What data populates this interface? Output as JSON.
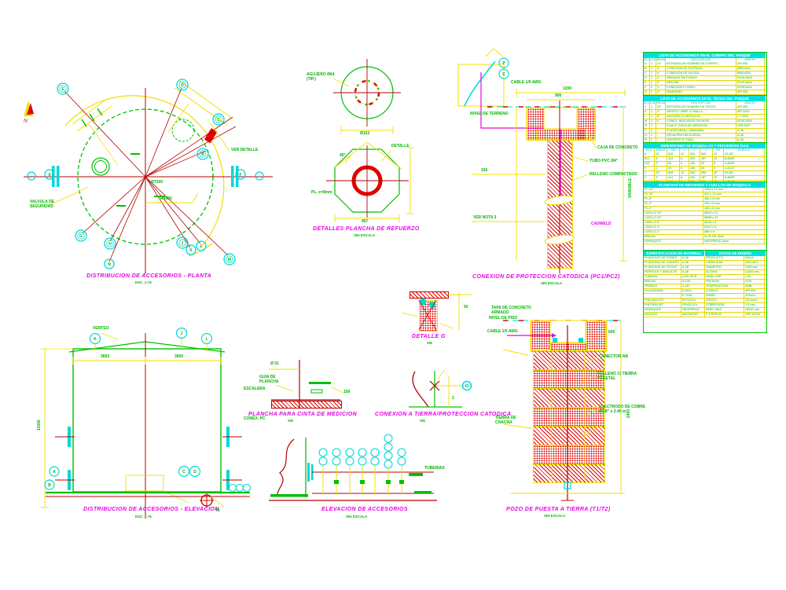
{
  "drawing": {
    "background": "#ffffff",
    "accent_colors": {
      "dims": "#f0e000",
      "annotations": "#00b400",
      "titles": "#e800e8",
      "centerlines": "#b40000",
      "hatch": "#e00000",
      "fittings": "#00d8d8"
    }
  },
  "north": {
    "label": "N"
  },
  "plan": {
    "title": "DISTRIBUCION DE ACCESORIOS  -  PLANTA",
    "scale": "ESC. 1:75",
    "ver_detalle": "VER DETALLE",
    "left_label": "VALVULA DE\nSEGURIDAD",
    "diameter": "Ø7300",
    "radius": "R3650",
    "callouts": [
      "E",
      "D",
      "C",
      "B",
      "A",
      "F",
      "G",
      "H",
      "J",
      "K",
      "L",
      "M",
      "N"
    ]
  },
  "refuerzo": {
    "title": "DETALLES PLANCHA DE REFUERZO",
    "scale": "SIN ESCALA",
    "hole_label": "AGUJERO Ø64\n(TIP.)",
    "dim_top": "Ø152",
    "det_label": "DETALLE",
    "plate_label": "PL. e=8mm",
    "dim_bottom": "457",
    "angle": "45°"
  },
  "conexion_pc": {
    "title": "CONEXION DE PROTECCION CATODICA (PC1/PC2)",
    "scale": "SIN ESCALA",
    "cable": "CABLE 1/0 AWG",
    "nivel": "NIVEL DE TERRENO",
    "caja": "CAJA DE CONCRETO",
    "tubo": "TUBO PVC Ø4\"",
    "relleno": "RELLENO COMPACTADO",
    "cadweld": "CADWELD",
    "dim1": "1200",
    "dim2": "900",
    "dim3": "150",
    "nota": "VER NOTA 3",
    "variable": "VARIABLE",
    "bubbles": [
      "P",
      "C"
    ]
  },
  "pozo": {
    "title": "POZO DE PUESTA A TIERRA (T1/T2)",
    "scale": "SIN ESCALA",
    "tapa": "TAPA DE CONCRETO\nARMADO",
    "nivel": "NIVEL DE PISO",
    "cable": "CABLE 1/0 AWG",
    "tierra": "TIERRA DE\nCHACRA",
    "conector": "CONECTOR AB",
    "relleno": "RELLENO C/ TIERRA\nVEGETAL",
    "electrodo": "ELECTRODO DE COBRE\nØ5/8\" x 2.40 m",
    "dim1": "600",
    "dim2": "2400"
  },
  "elevacion": {
    "title": "DISTRIBUCION DE ACCESORIOS - ELEVACION",
    "scale": "ESC. 1:75",
    "venteo": "VENTEO",
    "dim_h": "11000",
    "dim_a": "3650",
    "dim_b": "3650",
    "escalera": "ESCALERA",
    "conex_pc": "CONEX. PC",
    "t1": "T1",
    "callouts": [
      "K",
      "J",
      "L",
      "A",
      "B",
      "C",
      "D"
    ]
  },
  "plancha_cinta": {
    "title": "PLANCHA PARA CINTA DE MEDICION",
    "scale": "S/E",
    "l1": "Ø 51",
    "l2": "GUIA DE\nPLANCHA",
    "dim": "150"
  },
  "conexion_tierra": {
    "title": "CONEXION A TIERRA/PROTECCION CATODICA",
    "scale": "S/E",
    "l1": "2"
  },
  "detalle_g": {
    "title": "DETALLE G",
    "scale": "S/E",
    "dim": "50"
  },
  "elev_accesorios": {
    "title": "ELEVACION DE ACCESORIOS",
    "scale": "SIN ESCALA",
    "l1": "TUBERIAS"
  },
  "tables": {
    "sections": [
      {
        "h": 55,
        "titles": [
          "LISTA DE ACCESORIOS EN EL CUERPO DEL TANQUE"
        ],
        "cols": [
          8,
          8,
          12,
          90,
          36
        ],
        "hdr": [
          "MCA",
          "CANT",
          "ØNOM",
          "DESCRIPCION",
          "OBSERV."
        ],
        "rows": [
          [
            "A",
            "1",
            "24\"",
            "ENTRADA DE HOMBRE EN CUERPO",
            "API 650"
          ],
          [
            "B",
            "1",
            "4\"",
            "CONEXION DE ENTRADA",
            "BRIDADA"
          ],
          [
            "C",
            "1",
            "4\"",
            "CONEXION DE SALIDA",
            "BRIDADA"
          ],
          [
            "D",
            "1",
            "2\"",
            "DRENAJE DE FONDO",
            "ROSCADA"
          ],
          [
            "E",
            "1",
            "2\"",
            "REBOSE",
            "ROSCADA"
          ],
          [
            "F",
            "2",
            "1\"",
            "CONEXION P/ NIVEL",
            "ROSCADA"
          ],
          [
            "G",
            "1",
            "4\"",
            "SUMIDERO",
            "API 650"
          ],
          [
            "H",
            "2",
            "-",
            "CONEXION A TIERRA",
            "VER DET."
          ]
        ]
      },
      {
        "h": 60,
        "titles": [
          "LISTA DE ACCESORIOS EN EL TECHO DEL TANQUE"
        ],
        "cols": [
          8,
          8,
          12,
          90,
          36
        ],
        "hdr": [
          "MCA",
          "CANT",
          "ØNOM",
          "DESCRIPCION",
          "OBSERV."
        ],
        "rows": [
          [
            "J",
            "1",
            "20\"",
            "ENTRADA DE HOMBRE EN TECHO",
            "API 650"
          ],
          [
            "K",
            "1",
            "4\"",
            "VENTEO LIBRE C/ MALLA",
            "API 2000"
          ],
          [
            "L",
            "1",
            "8\"",
            "AGUJERO P/ MEDICION",
            "C/ TAPA"
          ],
          [
            "M",
            "1",
            "2\"",
            "CONEX. INDICADOR DE NIVEL",
            "ROSCADA"
          ],
          [
            "N",
            "1",
            "-",
            "GUIA P/ CINTA DE MEDICION",
            "VER DET."
          ],
          [
            "P",
            "1",
            "-",
            "PLATAFORMA Y BARANDA",
            "A-36"
          ],
          [
            "Q",
            "1",
            "-",
            "ESCALERA HELICOIDAL",
            "A-36"
          ],
          [
            "R",
            "2",
            "-",
            "SOPORTE P/ TUBO",
            "A-36"
          ]
        ]
      },
      {
        "h": 50,
        "titles": [
          "DIMENSIONES DE BOQUILLAS Y REFUERZOS (mm)"
        ],
        "cols": [
          14,
          16,
          16,
          12,
          14,
          16,
          14,
          52
        ],
        "hdr": [
          "MCA",
          "ØNOM",
          "DN",
          "t",
          "L",
          "C",
          "DR",
          "PERNOS"
        ],
        "rows": [
          [
            "A",
            "24\"",
            "610",
            "12",
            "300",
            "660",
            "22",
            "20-Ø1\""
          ],
          [
            "B/C",
            "4\"",
            "114",
            "6",
            "200",
            "157",
            "10",
            "8-Ø5/8\""
          ],
          [
            "D/E",
            "2\"",
            "60",
            "6",
            "150",
            "92",
            "8",
            "4-Ø5/8\""
          ],
          [
            "F",
            "1\"",
            "33",
            "6",
            "150",
            "64",
            "6",
            "4-Ø1/2\""
          ],
          [
            "J",
            "20\"",
            "508",
            "10",
            "250",
            "559",
            "20",
            "20-Ø1\""
          ],
          [
            "K",
            "4\"",
            "114",
            "6",
            "200",
            "157",
            "10",
            "8-Ø5/8\""
          ],
          [
            "L",
            "8\"",
            "219",
            "8",
            "200",
            "270",
            "12",
            "8-Ø3/4\""
          ]
        ]
      },
      {
        "h": 87,
        "titles": [
          "PLANCHAS DE REFUERZO Y CUELLOS DE BOQUILLA"
        ],
        "cols": [
          76,
          78
        ],
        "hdr": null,
        "rows": [
          [
            "PL-24\"",
            "1060 x 12 mm"
          ],
          [
            "PL-20\"",
            "920 x 10 mm"
          ],
          [
            "PL-8\"",
            "480 x 8 mm"
          ],
          [
            "PL-4\"",
            "290 x 6 mm"
          ],
          [
            "PL-2\"",
            "180 x 6 mm"
          ],
          [
            "CUELLO 24\"",
            "Ø610 x 12"
          ],
          [
            "CUELLO 20\"",
            "Ø508 x 10"
          ],
          [
            "CUELLO 8\"",
            "Ø219 x 8"
          ],
          [
            "CUELLO 4\"",
            "Ø114 x 6"
          ],
          [
            "CUELLO 2\"",
            "Ø60 x 6"
          ],
          [
            "BRIDAS",
            "SLIP-ON 150#"
          ],
          [
            "EMPAQUES",
            "NEOPRENO 3mm"
          ]
        ]
      },
      {
        "h": 106,
        "titles": [
          "ESPECIFICACION DE MATERIAL",
          "DATOS DE DISEÑO"
        ],
        "cols": [
          48,
          30,
          50,
          26
        ],
        "hdr": null,
        "rows": [
          [
            "PLANCHAS DE FONDO",
            "A-36",
            "PRODUCTO",
            "AGUA"
          ],
          [
            "PLANCHAS DE CUERPO",
            "A-36",
            "CAPACIDAD",
            "3000 BLS"
          ],
          [
            "PLANCHAS DE TECHO",
            "A-36",
            "DIAMETRO",
            "7300 mm"
          ],
          [
            "PERFILES Y ANGULOS",
            "A-36",
            "ALTURA",
            "11000 mm"
          ],
          [
            "TUBERIA",
            "A-53 GR.B",
            "GRAV. ESP.",
            "1.00"
          ],
          [
            "BRIDAS",
            "A-105",
            "PRESION",
            "ATM."
          ],
          [
            "PERNOS",
            "A-307",
            "TEMPERATURA",
            "AMB."
          ],
          [
            "SOLDADURA",
            "E-6011",
            "CODIGO",
            "API 650"
          ],
          [
            "",
            "E-7018",
            "SISMO",
            "ZONA 4"
          ],
          [
            "PINTURA EXT.",
            "EPOXICA",
            "VIENTO",
            "120 km/h"
          ],
          [
            "PINTURA INT.",
            "FENOLICA",
            "CORROSION",
            "1.5 mm"
          ],
          [
            "EMPAQUES",
            "NEOPRENO",
            "NIVEL MAX.",
            "10500 mm"
          ],
          [
            "ANODOS",
            "MAGNESIO",
            "P. ESPECIF.",
            "VER NOTA"
          ]
        ]
      }
    ]
  }
}
